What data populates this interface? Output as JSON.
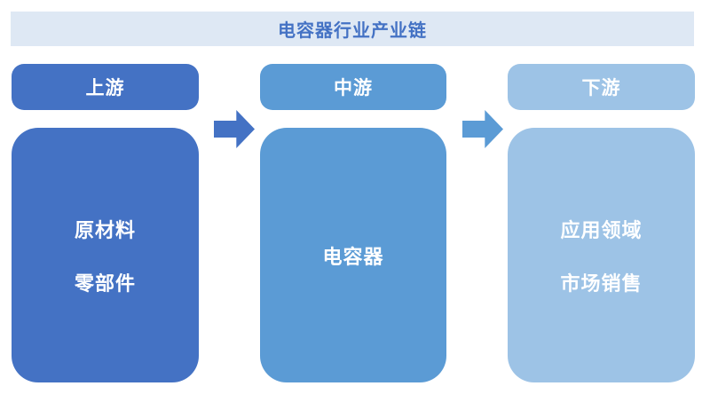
{
  "title": "电容器行业产业链",
  "colors": {
    "title_band_bg": "#DEE8F4",
    "title_text": "#4472C4",
    "upstream": "#4472C4",
    "midstream": "#5B9BD5",
    "downstream": "#9DC3E6",
    "arrow1": "#4472C4",
    "arrow2": "#5B9BD5",
    "text_on_fill": "#FFFFFF"
  },
  "columns": [
    {
      "stage": "上游",
      "items": [
        "原材料",
        "零部件"
      ]
    },
    {
      "stage": "中游",
      "items": [
        "电容器"
      ]
    },
    {
      "stage": "下游",
      "items": [
        "应用领域",
        "市场销售"
      ]
    }
  ]
}
